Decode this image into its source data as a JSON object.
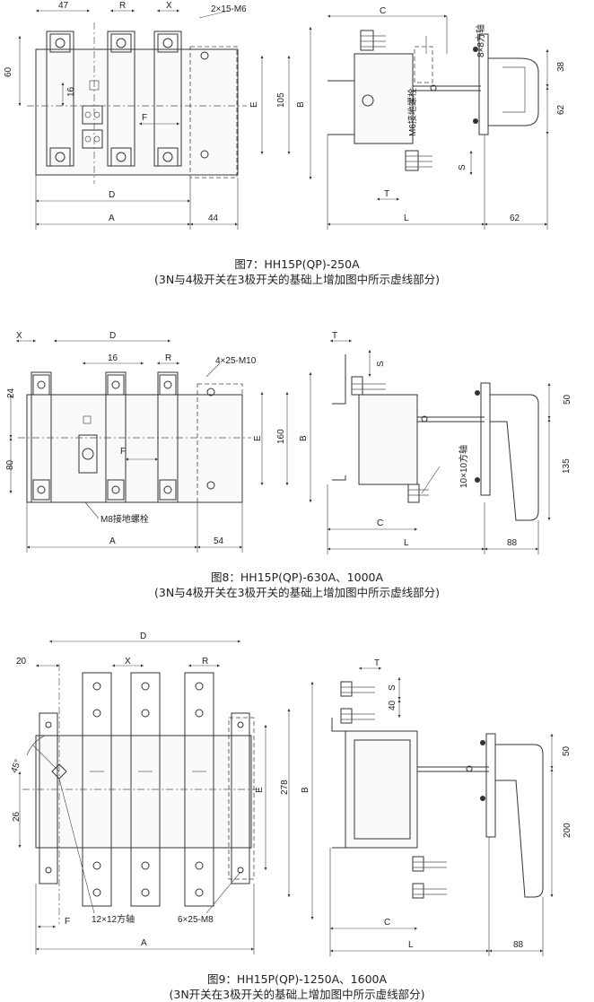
{
  "fig7": {
    "dims": {
      "d47": "47",
      "R": "R",
      "X": "X",
      "bolt": "2×15-M6",
      "d60": "60",
      "d16": "16",
      "E": "E",
      "d105": "105",
      "B": "B",
      "F": "F",
      "D": "D",
      "A": "A",
      "d44": "44",
      "C": "C",
      "shaft": "8×8方轴",
      "ground": "M6接地螺栓",
      "d38": "38",
      "d62r": "62",
      "S": "S",
      "T": "T",
      "L": "L",
      "d62b": "62"
    },
    "title": "图7：HH15P(QP)-250A",
    "note": "(3N与4极开关在3极开关的基础上增加图中所示虚线部分)"
  },
  "fig8": {
    "dims": {
      "X": "X",
      "D": "D",
      "d16": "16",
      "R": "R",
      "bolt": "4×25-M10",
      "d24": "24",
      "E": "E",
      "d160": "160",
      "B": "B",
      "F": "F",
      "d80": "80",
      "ground": "M8接地螺栓",
      "A": "A",
      "d54": "54",
      "T": "T",
      "S": "S",
      "d50": "50",
      "shaft": "10×10方轴",
      "d135": "135",
      "C": "C",
      "L": "L",
      "d88": "88"
    },
    "title": "图8：HH15P(QP)-630A、1000A",
    "note": "(3N与4极开关在3极开关的基础上增加图中所示虚线部分)"
  },
  "fig9": {
    "dims": {
      "D": "D",
      "d20": "20",
      "X": "X",
      "R": "R",
      "angle": "45°",
      "d26": "26",
      "E": "E",
      "d278": "278",
      "B": "B",
      "F": "F",
      "shaft": "12×12方轴",
      "bolt": "6×25-M8",
      "A": "A",
      "T": "T",
      "S": "S",
      "d40": "40",
      "d50": "50",
      "d200": "200",
      "C": "C",
      "L": "L",
      "d88": "88"
    },
    "title": "图9：HH15P(QP)-1250A、1600A",
    "note": "(3N开关在3极开关的基础上增加图中所示虚线部分)"
  }
}
